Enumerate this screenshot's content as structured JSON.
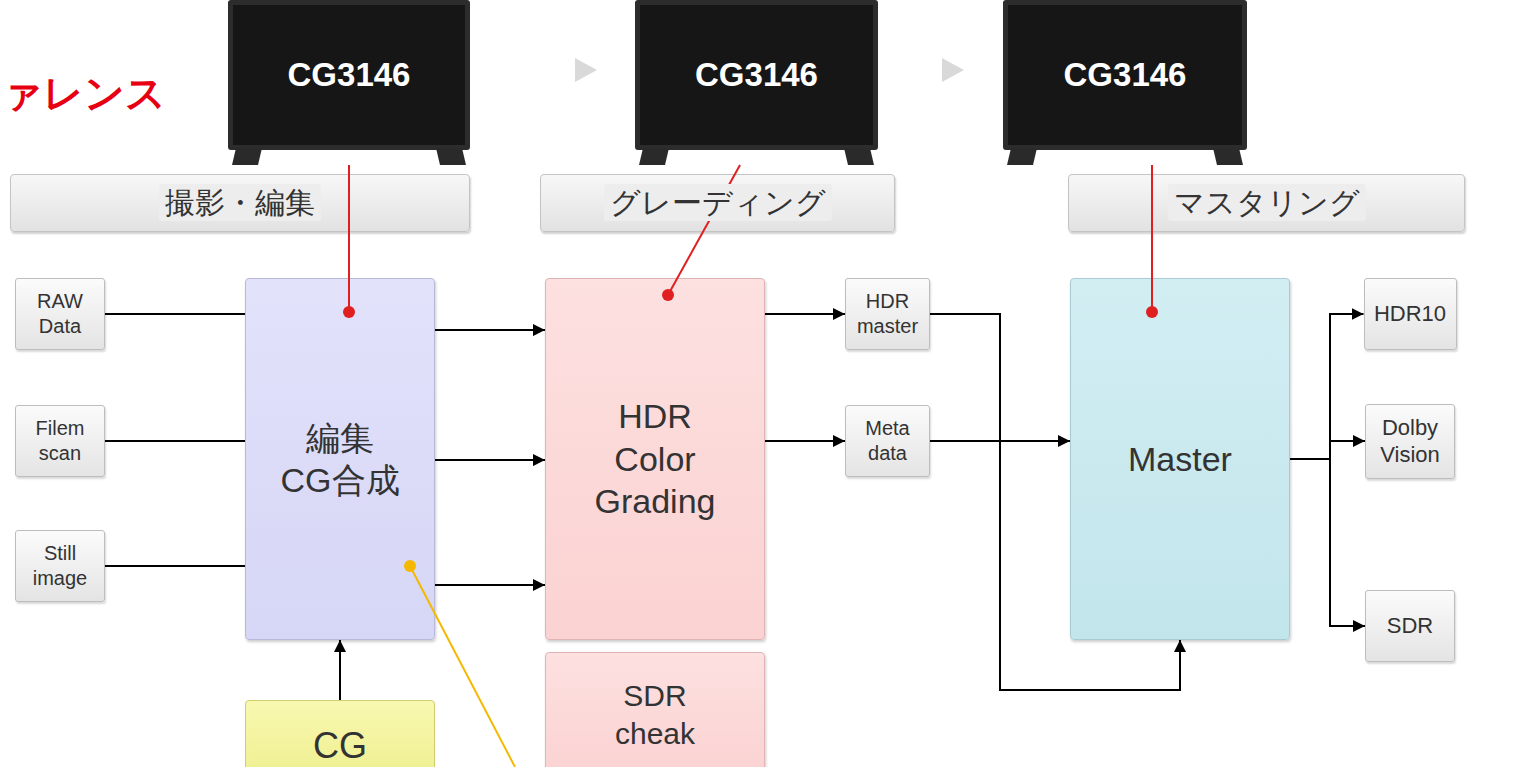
{
  "diagram": {
    "nodes": [
      {
        "text": [
          "CG3146"
        ]
      },
      {
        "text": [
          "CG3146"
        ]
      },
      {
        "text": [
          "CG3146"
        ]
      },
      {
        "text": [
          "撮影・編集"
        ]
      },
      {
        "text": [
          "グレーディング"
        ]
      },
      {
        "text": [
          "マスタリング"
        ]
      },
      {
        "text": [
          "RAW Data"
        ]
      },
      {
        "text": [
          "Filem scan"
        ]
      },
      {
        "text": [
          "Still image"
        ]
      },
      {
        "text": [
          "編集 CG合成"
        ]
      },
      {
        "text": [
          "CG"
        ]
      },
      {
        "text": [
          "HDR Color Grading"
        ]
      },
      {
        "text": [
          "SDR cheak"
        ]
      },
      {
        "text": [
          "HDR master"
        ]
      },
      {
        "text": [
          "Meta data"
        ]
      },
      {
        "text": [
          "Master"
        ]
      },
      {
        "text": [
          "HDR10"
        ]
      },
      {
        "text": [
          "Dolby Vision"
        ]
      },
      {
        "text": [
          "SDR"
        ]
      }
    ],
    "edges": [
      {
        "from": 0,
        "to": 9,
        "arrow": "none"
      },
      {
        "from": 1,
        "to": 11,
        "arrow": "none"
      },
      {
        "from": 2,
        "to": 15,
        "arrow": "none"
      },
      {
        "from": 6,
        "to": 9,
        "arrow": "none"
      },
      {
        "from": 7,
        "to": 9,
        "arrow": "none"
      },
      {
        "from": 8,
        "to": 9,
        "arrow": "none"
      },
      {
        "from": 10,
        "to": 9,
        "arrow": "to"
      },
      {
        "from": 9,
        "to": 11,
        "arrow": "to"
      },
      {
        "from": 9,
        "to": 11,
        "arrow": "to"
      },
      {
        "from": 9,
        "to": 11,
        "arrow": "to"
      },
      {
        "from": 11,
        "to": 13,
        "arrow": "to"
      },
      {
        "from": 11,
        "to": 14,
        "arrow": "to"
      },
      {
        "from": 13,
        "to": 15,
        "arrow": "to"
      },
      {
        "from": 14,
        "to": 15,
        "arrow": "to"
      },
      {
        "from": 15,
        "to": 16,
        "arrow": "to"
      },
      {
        "from": 15,
        "to": 17,
        "arrow": "to"
      },
      {
        "from": 15,
        "to": 18,
        "arrow": "to"
      }
    ],
    "labels": [
      "ァレンス"
    ]
  }
}
